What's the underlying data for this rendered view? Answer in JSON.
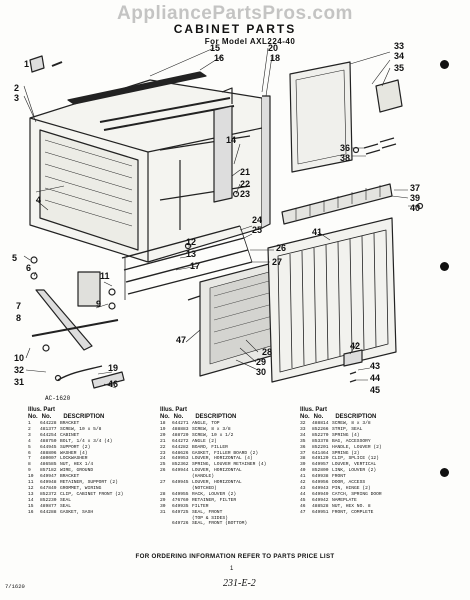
{
  "watermark": "AppliancePartsPros.com",
  "title": "CABINET PARTS",
  "subtitle": "For Model AXL224-40",
  "diagram_code": "AC-1620",
  "callouts": {
    "c1": "1",
    "c2": "2",
    "c3": "3",
    "c4": "4",
    "c5": "5",
    "c6": "6",
    "c7": "7",
    "c8": "8",
    "c9": "9",
    "c10": "10",
    "c11": "11",
    "c12": "12",
    "c13": "13",
    "c14": "14",
    "c15": "15",
    "c16": "16",
    "c17": "17",
    "c18": "18",
    "c19": "19",
    "c20": "20",
    "c21": "21",
    "c22": "22",
    "c23": "23",
    "c24": "24",
    "c25": "25",
    "c26": "26",
    "c27": "27",
    "c28": "28",
    "c29": "29",
    "c30": "30",
    "c31": "31",
    "c32": "32",
    "c33": "33",
    "c34": "34",
    "c35": "35",
    "c36": "36",
    "c37": "37",
    "c38": "38",
    "c39": "39",
    "c40": "40",
    "c41": "41",
    "c42": "42",
    "c43": "43",
    "c44": "44",
    "c45": "45",
    "c46": "46",
    "c47": "47"
  },
  "table_headers": {
    "illus": "Illus.",
    "part": "Part",
    "no": "No.",
    "no2": "No.",
    "description": "DESCRIPTION"
  },
  "parts_col1": [
    {
      "item": "1",
      "part": "644228",
      "desc": "BRACKET"
    },
    {
      "item": "2",
      "part": "481377",
      "desc": "SCREW, 10 x 5/8"
    },
    {
      "item": "3",
      "part": "644254",
      "desc": "CABINET"
    },
    {
      "item": "4",
      "part": "488750",
      "desc": "BOLT, 1/4 x 3/4 (4)"
    },
    {
      "item": "5",
      "part": "644945",
      "desc": "SUPPORT (2)"
    },
    {
      "item": "6",
      "part": "488806",
      "desc": "WASHER (4)"
    },
    {
      "item": "7",
      "part": "480007",
      "desc": "LOCKWASHER"
    },
    {
      "item": "8",
      "part": "486585",
      "desc": "NUT, HEX 1/4"
    },
    {
      "item": "9",
      "part": "857182",
      "desc": "WIRE, GROUND"
    },
    {
      "item": "10",
      "part": "649947",
      "desc": "BRACKET"
    },
    {
      "item": "11",
      "part": "649948",
      "desc": "RETAINER, SUPPORT (2)"
    },
    {
      "item": "12",
      "part": "647849",
      "desc": "GROMMET, WIRING"
    },
    {
      "item": "13",
      "part": "852372",
      "desc": "CLIP, CABINET FRONT (2)"
    },
    {
      "item": "14",
      "part": "852230",
      "desc": "SEAL"
    },
    {
      "item": "15",
      "part": "489877",
      "desc": "SEAL"
    },
    {
      "item": "16",
      "part": "644288",
      "desc": "GASKET, SASH"
    }
  ],
  "parts_col2": [
    {
      "item": "18",
      "part": "644271",
      "desc": "ANGLE, TOP"
    },
    {
      "item": "19",
      "part": "488883",
      "desc": "SCREW, 8 x 3/8"
    },
    {
      "item": "20",
      "part": "488720",
      "desc": "SCREW, 10 x 1/2"
    },
    {
      "item": "21",
      "part": "644272",
      "desc": "ANGLE (2)"
    },
    {
      "item": "22",
      "part": "644282",
      "desc": "BOARD, FILLER"
    },
    {
      "item": "23",
      "part": "648626",
      "desc": "GASKET, FILLER BOARD (2)"
    },
    {
      "item": "24",
      "part": "649953",
      "desc": "LOUVER, HORIZONTAL (4)"
    },
    {
      "item": "25",
      "part": "852362",
      "desc": "SPRING, LOUVER RETAINER (4)"
    },
    {
      "item": "26",
      "part": "649944",
      "desc": "LOUVER, HORIZONTAL"
    },
    {
      "item": "",
      "part": "",
      "desc": "(HANDLE)"
    },
    {
      "item": "27",
      "part": "649945",
      "desc": "LOUVER, HORIZONTAL"
    },
    {
      "item": "",
      "part": "",
      "desc": "(NOTCHED)"
    },
    {
      "item": "28",
      "part": "649955",
      "desc": "RACK, LOUVER (2)"
    },
    {
      "item": "29",
      "part": "476760",
      "desc": "RETAINER, FILTER"
    },
    {
      "item": "30",
      "part": "649935",
      "desc": "FILTER"
    },
    {
      "item": "31",
      "part": "649725",
      "desc": "SEAL, FRONT"
    },
    {
      "item": "",
      "part": "",
      "desc": "(TOP & SIDES)"
    },
    {
      "item": "",
      "part": "649726",
      "desc": "SEAL, FRONT (BOTTOM)"
    }
  ],
  "parts_col3": [
    {
      "item": "32",
      "part": "488814",
      "desc": "SCREW, 8 x 3/8"
    },
    {
      "item": "33",
      "part": "852266",
      "desc": "STRIP, SEAL"
    },
    {
      "item": "34",
      "part": "852270",
      "desc": "SPRING (4)"
    },
    {
      "item": "35",
      "part": "853378",
      "desc": "BAG, ACCESSORY"
    },
    {
      "item": "36",
      "part": "852201",
      "desc": "HANDLE, LOUVER (2)"
    },
    {
      "item": "37",
      "part": "641464",
      "desc": "SPRING (2)"
    },
    {
      "item": "38",
      "part": "649120",
      "desc": "CLIP, SPLICE (12)"
    },
    {
      "item": "39",
      "part": "649957",
      "desc": "LOUVER, VERTICAL"
    },
    {
      "item": "40",
      "part": "852800",
      "desc": "LINK, LOUVER (2)"
    },
    {
      "item": "41",
      "part": "649938",
      "desc": "FRONT"
    },
    {
      "item": "42",
      "part": "649956",
      "desc": "DOOR, ACCESS"
    },
    {
      "item": "43",
      "part": "649943",
      "desc": "PIN, HINGE (2)"
    },
    {
      "item": "44",
      "part": "649949",
      "desc": "CATCH, SPRING DOOR"
    },
    {
      "item": "45",
      "part": "649942",
      "desc": "NAMEPLATE"
    },
    {
      "item": "46",
      "part": "488528",
      "desc": "NUT, HEX NO. 8"
    },
    {
      "item": "47",
      "part": "649951",
      "desc": "FRONT, COMPLETE"
    }
  ],
  "footer": "FOR ORDERING INFORMATION REFER TO PARTS PRICE LIST",
  "page_number": "1",
  "sheet_ref": "231-E-2",
  "corner_code": "7/1620"
}
